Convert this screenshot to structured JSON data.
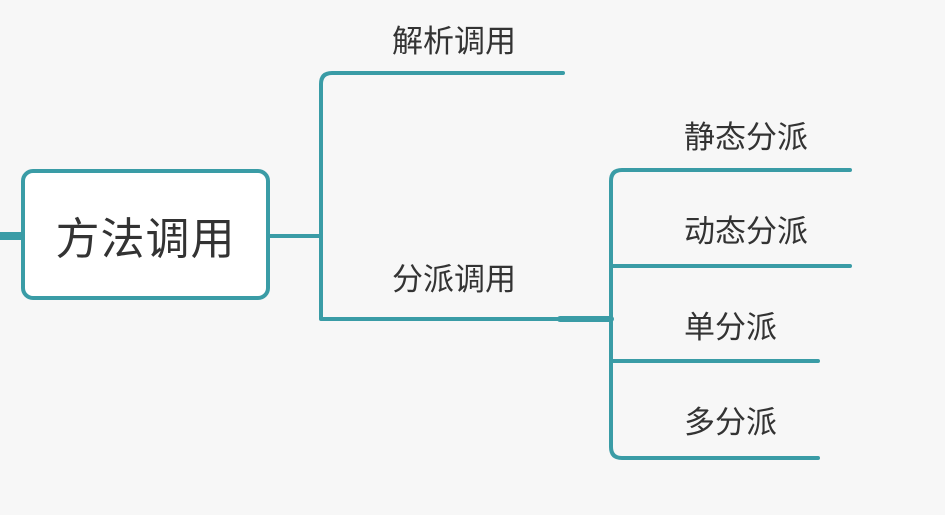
{
  "mindmap": {
    "root": {
      "label": "方法调用"
    },
    "branches": [
      {
        "label": "解析调用",
        "children": []
      },
      {
        "label": "分派调用",
        "children": [
          {
            "label": "静态分派"
          },
          {
            "label": "动态分派"
          },
          {
            "label": "单分派"
          },
          {
            "label": "多分派"
          }
        ]
      }
    ]
  },
  "colors": {
    "connector": "#3a9ca6",
    "background": "#f7f7f7",
    "text": "#333333",
    "node_fill": "#ffffff"
  }
}
